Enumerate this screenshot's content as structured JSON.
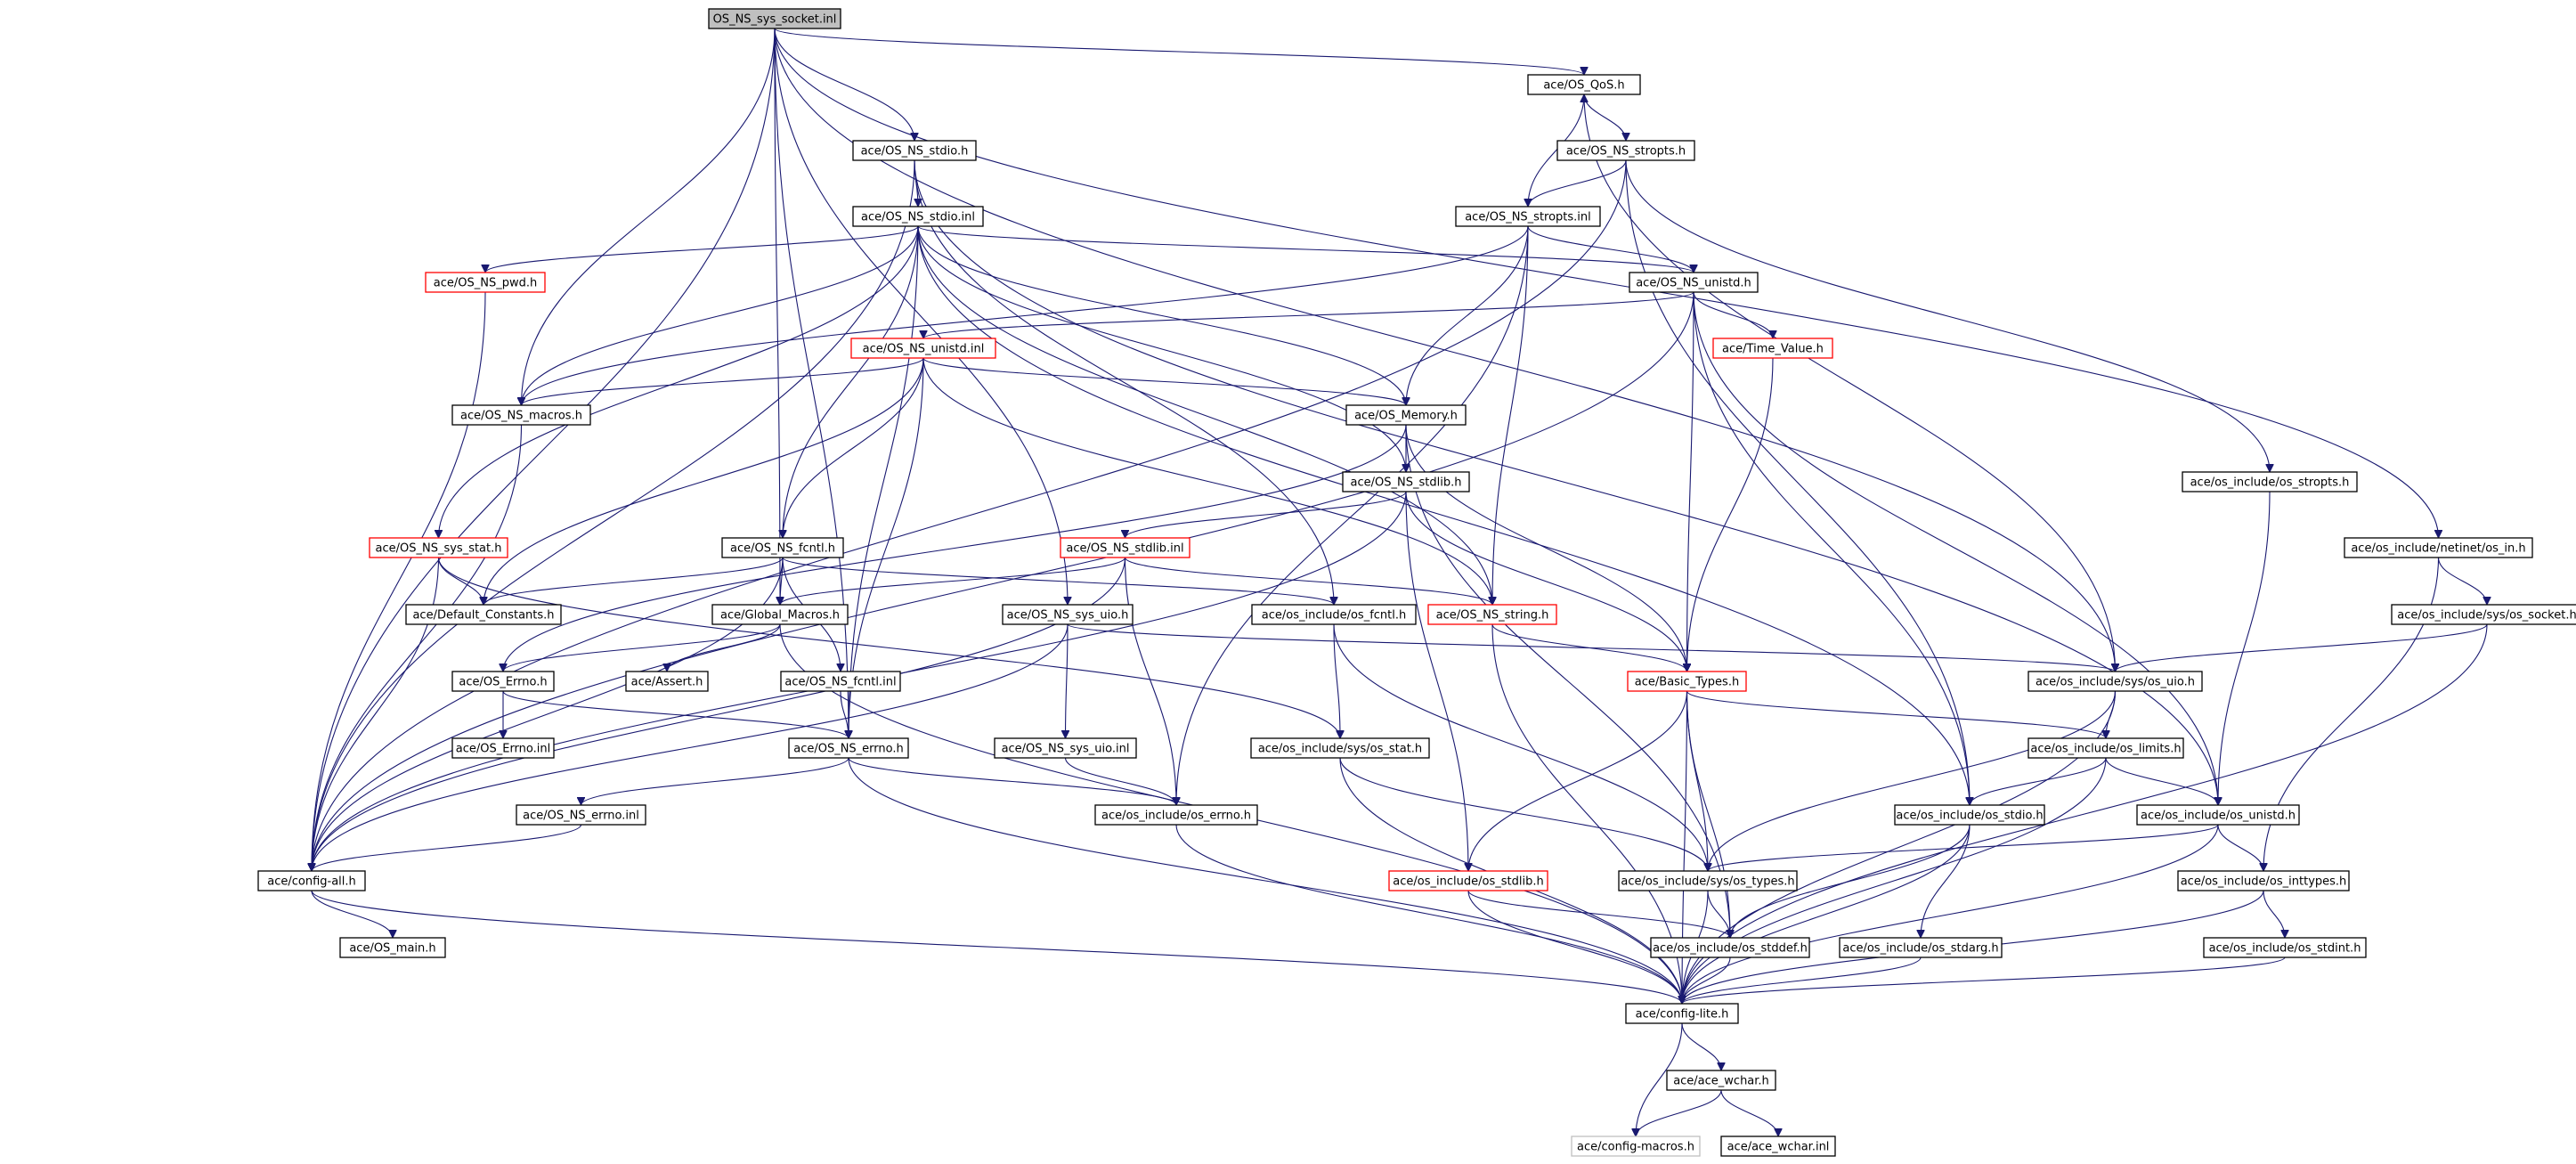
{
  "diagram": {
    "type": "include-dependency-graph",
    "colors": {
      "edge": "#191970",
      "node_border": "#000000",
      "node_border_truncated": "#ff0000",
      "node_border_undocumented": "#bfbfbf",
      "root_fill": "#bfbfbf",
      "node_fill": "#ffffff"
    },
    "nodes": [
      {
        "id": "root",
        "label": "OS_NS_sys_socket.inl",
        "style": "root"
      },
      {
        "id": "qos",
        "label": "ace/OS_QoS.h",
        "style": "normal"
      },
      {
        "id": "stdio_h",
        "label": "ace/OS_NS_stdio.h",
        "style": "normal"
      },
      {
        "id": "stropts_h",
        "label": "ace/OS_NS_stropts.h",
        "style": "normal"
      },
      {
        "id": "stdio_inl",
        "label": "ace/OS_NS_stdio.inl",
        "style": "normal"
      },
      {
        "id": "stropts_inl",
        "label": "ace/OS_NS_stropts.inl",
        "style": "normal"
      },
      {
        "id": "pwd",
        "label": "ace/OS_NS_pwd.h",
        "style": "truncated"
      },
      {
        "id": "unistd_h",
        "label": "ace/OS_NS_unistd.h",
        "style": "normal"
      },
      {
        "id": "unistd_inl",
        "label": "ace/OS_NS_unistd.inl",
        "style": "truncated"
      },
      {
        "id": "timevalue",
        "label": "ace/Time_Value.h",
        "style": "truncated"
      },
      {
        "id": "macros",
        "label": "ace/OS_NS_macros.h",
        "style": "normal"
      },
      {
        "id": "memory",
        "label": "ace/OS_Memory.h",
        "style": "normal"
      },
      {
        "id": "stdlib_h",
        "label": "ace/OS_NS_stdlib.h",
        "style": "normal"
      },
      {
        "id": "os_stropts",
        "label": "ace/os_include/os_stropts.h",
        "style": "normal"
      },
      {
        "id": "sys_stat",
        "label": "ace/OS_NS_sys_stat.h",
        "style": "truncated"
      },
      {
        "id": "fcntl_h",
        "label": "ace/OS_NS_fcntl.h",
        "style": "normal"
      },
      {
        "id": "stdlib_inl",
        "label": "ace/OS_NS_stdlib.inl",
        "style": "truncated"
      },
      {
        "id": "netinet_in",
        "label": "ace/os_include/netinet/os_in.h",
        "style": "normal"
      },
      {
        "id": "default_consts",
        "label": "ace/Default_Constants.h",
        "style": "normal"
      },
      {
        "id": "global_macros",
        "label": "ace/Global_Macros.h",
        "style": "normal"
      },
      {
        "id": "sys_uio_h",
        "label": "ace/OS_NS_sys_uio.h",
        "style": "normal"
      },
      {
        "id": "os_fcntl",
        "label": "ace/os_include/os_fcntl.h",
        "style": "normal"
      },
      {
        "id": "string_h",
        "label": "ace/OS_NS_string.h",
        "style": "truncated"
      },
      {
        "id": "os_sys_socket",
        "label": "ace/os_include/sys/os_socket.h",
        "style": "normal"
      },
      {
        "id": "os_errno_h",
        "label": "ace/OS_Errno.h",
        "style": "normal"
      },
      {
        "id": "assert",
        "label": "ace/Assert.h",
        "style": "normal"
      },
      {
        "id": "fcntl_inl",
        "label": "ace/OS_NS_fcntl.inl",
        "style": "normal"
      },
      {
        "id": "basic_types",
        "label": "ace/Basic_Types.h",
        "style": "truncated"
      },
      {
        "id": "os_sys_uio",
        "label": "ace/os_include/sys/os_uio.h",
        "style": "normal"
      },
      {
        "id": "os_errno_inl",
        "label": "ace/OS_Errno.inl",
        "style": "normal"
      },
      {
        "id": "ns_errno_h",
        "label": "ace/OS_NS_errno.h",
        "style": "normal"
      },
      {
        "id": "sys_uio_inl",
        "label": "ace/OS_NS_sys_uio.inl",
        "style": "normal"
      },
      {
        "id": "os_sys_stat",
        "label": "ace/os_include/sys/os_stat.h",
        "style": "normal"
      },
      {
        "id": "os_limits",
        "label": "ace/os_include/os_limits.h",
        "style": "normal"
      },
      {
        "id": "ns_errno_inl",
        "label": "ace/OS_NS_errno.inl",
        "style": "normal"
      },
      {
        "id": "os_errno",
        "label": "ace/os_include/os_errno.h",
        "style": "normal"
      },
      {
        "id": "os_stdio",
        "label": "ace/os_include/os_stdio.h",
        "style": "normal"
      },
      {
        "id": "os_unistd",
        "label": "ace/os_include/os_unistd.h",
        "style": "normal"
      },
      {
        "id": "config_all",
        "label": "ace/config-all.h",
        "style": "normal"
      },
      {
        "id": "os_stdlib",
        "label": "ace/os_include/os_stdlib.h",
        "style": "truncated"
      },
      {
        "id": "os_sys_types",
        "label": "ace/os_include/sys/os_types.h",
        "style": "normal"
      },
      {
        "id": "os_inttypes",
        "label": "ace/os_include/os_inttypes.h",
        "style": "normal"
      },
      {
        "id": "os_main",
        "label": "ace/OS_main.h",
        "style": "normal"
      },
      {
        "id": "os_stddef",
        "label": "ace/os_include/os_stddef.h",
        "style": "normal"
      },
      {
        "id": "os_stdarg",
        "label": "ace/os_include/os_stdarg.h",
        "style": "normal"
      },
      {
        "id": "os_stdint",
        "label": "ace/os_include/os_stdint.h",
        "style": "normal"
      },
      {
        "id": "config_lite",
        "label": "ace/config-lite.h",
        "style": "normal"
      },
      {
        "id": "ace_wchar_h",
        "label": "ace/ace_wchar.h",
        "style": "normal"
      },
      {
        "id": "config_macros",
        "label": "ace/config-macros.h",
        "style": "undocumented"
      },
      {
        "id": "ace_wchar_inl",
        "label": "ace/ace_wchar.inl",
        "style": "normal"
      }
    ],
    "edges": [
      [
        "root",
        "qos"
      ],
      [
        "root",
        "stdio_h"
      ],
      [
        "root",
        "macros"
      ],
      [
        "root",
        "sys_uio_h"
      ],
      [
        "root",
        "global_macros"
      ],
      [
        "root",
        "ns_errno_h"
      ],
      [
        "root",
        "config_all"
      ],
      [
        "root",
        "os_sys_uio"
      ],
      [
        "root",
        "netinet_in"
      ],
      [
        "qos",
        "stropts_h"
      ],
      [
        "qos",
        "os_sys_uio"
      ],
      [
        "stdio_h",
        "stdio_inl"
      ],
      [
        "stdio_h",
        "config_all"
      ],
      [
        "stdio_h",
        "os_fcntl"
      ],
      [
        "stdio_h",
        "os_unistd"
      ],
      [
        "stropts_h",
        "stropts_inl"
      ],
      [
        "stropts_h",
        "config_all"
      ],
      [
        "stropts_h",
        "os_stropts"
      ],
      [
        "stropts_h",
        "os_stdio"
      ],
      [
        "stdio_inl",
        "pwd"
      ],
      [
        "stdio_inl",
        "macros"
      ],
      [
        "stdio_inl",
        "sys_stat"
      ],
      [
        "stdio_inl",
        "fcntl_h"
      ],
      [
        "stdio_inl",
        "ns_errno_h"
      ],
      [
        "stdio_inl",
        "string_h"
      ],
      [
        "stdio_inl",
        "stdlib_h"
      ],
      [
        "stdio_inl",
        "memory"
      ],
      [
        "stdio_inl",
        "unistd_h"
      ],
      [
        "stdio_inl",
        "os_stdio"
      ],
      [
        "stropts_inl",
        "qos"
      ],
      [
        "stropts_inl",
        "unistd_h"
      ],
      [
        "stropts_inl",
        "memory"
      ],
      [
        "stropts_inl",
        "string_h"
      ],
      [
        "stropts_inl",
        "os_errno"
      ],
      [
        "stropts_inl",
        "macros"
      ],
      [
        "pwd",
        "config_all"
      ],
      [
        "unistd_h",
        "unistd_inl"
      ],
      [
        "unistd_h",
        "timevalue"
      ],
      [
        "unistd_h",
        "basic_types"
      ],
      [
        "unistd_h",
        "os_stdio"
      ],
      [
        "unistd_h",
        "os_unistd"
      ],
      [
        "unistd_h",
        "config_all"
      ],
      [
        "unistd_inl",
        "macros"
      ],
      [
        "unistd_inl",
        "memory"
      ],
      [
        "unistd_inl",
        "fcntl_h"
      ],
      [
        "unistd_inl",
        "default_consts"
      ],
      [
        "unistd_inl",
        "ns_errno_h"
      ],
      [
        "unistd_inl",
        "string_h"
      ],
      [
        "timevalue",
        "basic_types"
      ],
      [
        "macros",
        "config_all"
      ],
      [
        "memory",
        "stdlib_h"
      ],
      [
        "memory",
        "basic_types"
      ],
      [
        "memory",
        "os_stddef"
      ],
      [
        "memory",
        "os_errno_h"
      ],
      [
        "stdlib_h",
        "stdlib_inl"
      ],
      [
        "stdlib_h",
        "basic_types"
      ],
      [
        "stdlib_h",
        "os_stdlib"
      ],
      [
        "stdlib_h",
        "config_all"
      ],
      [
        "os_stropts",
        "os_unistd"
      ],
      [
        "sys_stat",
        "default_consts"
      ],
      [
        "sys_stat",
        "config_all"
      ],
      [
        "sys_stat",
        "os_sys_stat"
      ],
      [
        "fcntl_h",
        "fcntl_inl"
      ],
      [
        "fcntl_h",
        "global_macros"
      ],
      [
        "fcntl_h",
        "default_consts"
      ],
      [
        "fcntl_h",
        "os_fcntl"
      ],
      [
        "fcntl_h",
        "config_all"
      ],
      [
        "stdlib_inl",
        "global_macros"
      ],
      [
        "stdlib_inl",
        "string_h"
      ],
      [
        "stdlib_inl",
        "os_errno"
      ],
      [
        "stdlib_inl",
        "config_all"
      ],
      [
        "netinet_in",
        "os_sys_socket"
      ],
      [
        "netinet_in",
        "os_inttypes"
      ],
      [
        "global_macros",
        "os_errno_h"
      ],
      [
        "global_macros",
        "assert"
      ],
      [
        "global_macros",
        "config_lite"
      ],
      [
        "sys_uio_h",
        "sys_uio_inl"
      ],
      [
        "sys_uio_h",
        "os_sys_uio"
      ],
      [
        "sys_uio_h",
        "config_all"
      ],
      [
        "os_fcntl",
        "os_sys_stat"
      ],
      [
        "os_fcntl",
        "os_sys_types"
      ],
      [
        "string_h",
        "basic_types"
      ],
      [
        "string_h",
        "config_lite"
      ],
      [
        "os_sys_socket",
        "os_sys_uio"
      ],
      [
        "os_sys_socket",
        "config_lite"
      ],
      [
        "os_errno_h",
        "os_errno_inl"
      ],
      [
        "os_errno_h",
        "ns_errno_h"
      ],
      [
        "fcntl_inl",
        "ns_errno_h"
      ],
      [
        "basic_types",
        "os_limits"
      ],
      [
        "basic_types",
        "os_stdlib"
      ],
      [
        "basic_types",
        "os_sys_types"
      ],
      [
        "basic_types",
        "os_stddef"
      ],
      [
        "basic_types",
        "config_lite"
      ],
      [
        "os_sys_uio",
        "os_limits"
      ],
      [
        "os_sys_uio",
        "os_sys_types"
      ],
      [
        "os_sys_uio",
        "config_lite"
      ],
      [
        "ns_errno_h",
        "ns_errno_inl"
      ],
      [
        "ns_errno_h",
        "os_errno"
      ],
      [
        "ns_errno_h",
        "config_lite"
      ],
      [
        "sys_uio_inl",
        "os_errno"
      ],
      [
        "os_sys_stat",
        "os_sys_types"
      ],
      [
        "os_sys_stat",
        "config_lite"
      ],
      [
        "os_limits",
        "os_stdio"
      ],
      [
        "os_limits",
        "os_unistd"
      ],
      [
        "os_limits",
        "config_lite"
      ],
      [
        "ns_errno_inl",
        "config_all"
      ],
      [
        "os_errno",
        "config_lite"
      ],
      [
        "os_stdio",
        "os_stddef"
      ],
      [
        "os_stdio",
        "os_stdarg"
      ],
      [
        "os_stdio",
        "config_lite"
      ],
      [
        "os_unistd",
        "os_sys_types"
      ],
      [
        "os_unistd",
        "os_inttypes"
      ],
      [
        "os_unistd",
        "config_lite"
      ],
      [
        "config_all",
        "os_main"
      ],
      [
        "config_all",
        "config_lite"
      ],
      [
        "os_stdlib",
        "os_stddef"
      ],
      [
        "os_stdlib",
        "config_lite"
      ],
      [
        "os_sys_types",
        "os_stddef"
      ],
      [
        "os_sys_types",
        "config_lite"
      ],
      [
        "os_inttypes",
        "os_stdint"
      ],
      [
        "os_inttypes",
        "config_lite"
      ],
      [
        "os_stddef",
        "config_lite"
      ],
      [
        "os_stdarg",
        "config_lite"
      ],
      [
        "os_stdint",
        "config_lite"
      ],
      [
        "config_lite",
        "ace_wchar_h"
      ],
      [
        "config_lite",
        "config_macros"
      ],
      [
        "ace_wchar_h",
        "config_macros"
      ],
      [
        "ace_wchar_h",
        "ace_wchar_inl"
      ]
    ]
  }
}
